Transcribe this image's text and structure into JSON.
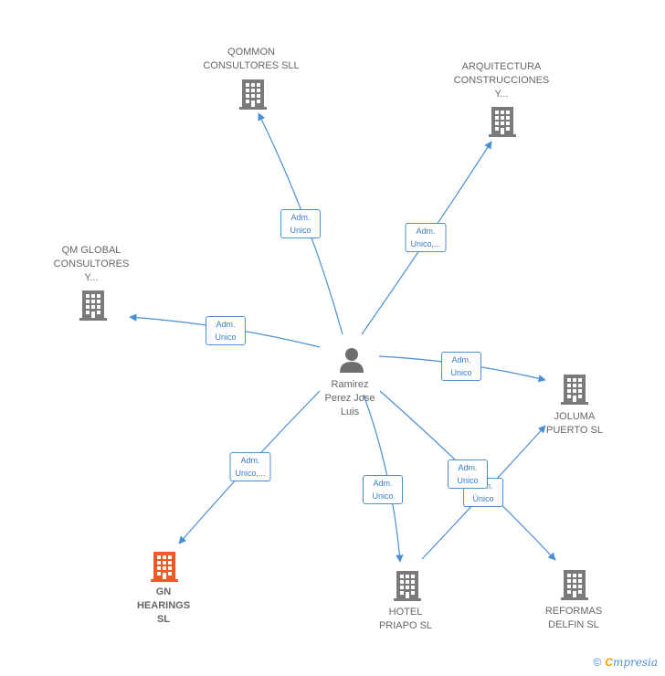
{
  "center": {
    "name": "Ramirez\nPerez Jose\nLuis"
  },
  "companies": {
    "qommon": "QOMMON\nCONSULTORES SLL",
    "arquitectura": "ARQUITECTURA\nCONSTRUCCIONES\nY...",
    "qm_global": "QM GLOBAL\nCONSULTORES\nY...",
    "joluma": "JOLUMA\nPUERTO SL",
    "gn_hearings": "GN\nHEARINGS\nSL",
    "hotel_priapo": "HOTEL\nPRIAPO SL",
    "reformas": "REFORMAS\nDELFIN  SL"
  },
  "edge_labels": {
    "qommon": "Adm.\nUnico",
    "arquitectura": "Adm.\nUnico,...",
    "qm_global": "Adm.\nUnico",
    "joluma": "Adm.\nUnico",
    "gn_hearings": "Adm.\nUnico,...",
    "hotel_priapo": "Adm.\nUnico",
    "reformas": "Adm.\nUnico",
    "hotel_joluma": "Adm.\nÚnico"
  },
  "colors": {
    "edge": "#4a8fd4",
    "building": "#7a7a7a",
    "building_highlight": "#f05a28",
    "person": "#6e6e6e"
  },
  "footer": {
    "copyright": "©",
    "brand_first": "C",
    "brand_rest": "mpresia"
  }
}
